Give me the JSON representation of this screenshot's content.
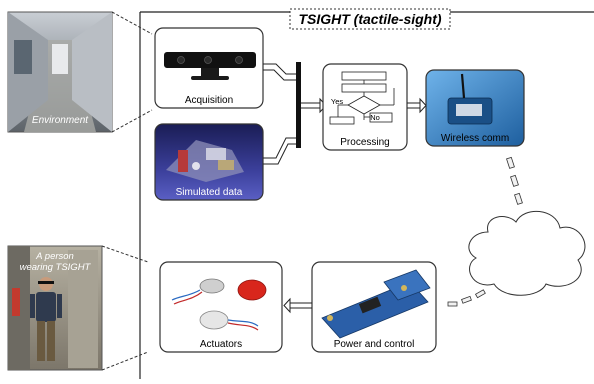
{
  "title": "TSIGHT (tactile-sight)",
  "photos": {
    "environment": "Environment",
    "person_line1": "A person",
    "person_line2": "wearing TSIGHT"
  },
  "nodes": {
    "acquisition": "Acquisition",
    "simulated": "Simulated data",
    "processing": "Processing",
    "wireless": "Wireless comm",
    "power": "Power and control",
    "actuators": "Actuators"
  },
  "flowchart": {
    "yes": "Yes",
    "no": "No"
  },
  "colors": {
    "simulated_bg": "#3b3f9a",
    "wireless_bg": "#2f7bc4",
    "board_blue": "#2b5fa8",
    "actuator_red": "#d8261c"
  }
}
